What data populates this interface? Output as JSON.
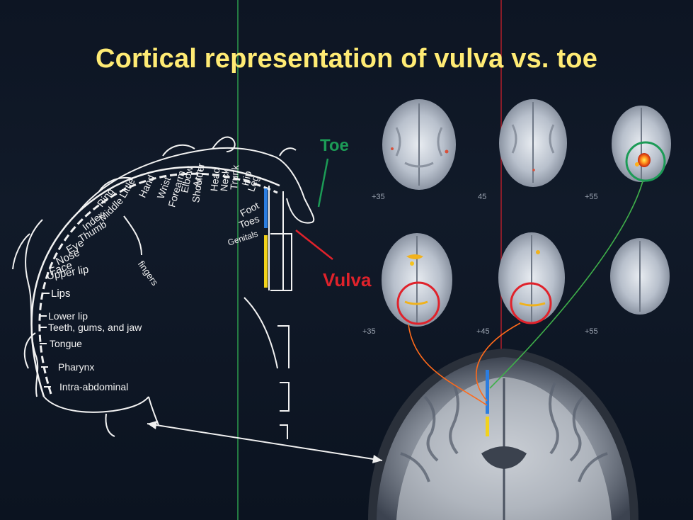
{
  "title": "Cortical representation of vulva vs. toe",
  "callouts": {
    "toe": "Toe",
    "vulva": "Vulva"
  },
  "slice_labels": {
    "top_row": [
      "+35",
      "45",
      "+55"
    ],
    "bottom_row": [
      "+35",
      "+45",
      "+55"
    ]
  },
  "homunculus_labels": {
    "left_side": [
      "Eye",
      "Nose",
      "Face",
      "Upper lip",
      "Lips",
      "Lower lip",
      "Teeth, gums, and jaw",
      "Tongue",
      "Pharynx",
      "Intra-abdominal"
    ],
    "arc": [
      "Thumb",
      "Index",
      "Middle",
      "Ring",
      "Little",
      "Hand",
      "Wrist",
      "Forearm",
      "Elbow",
      "Arm",
      "Shoulder",
      "Head",
      "Neck",
      "Trunk",
      "Hip",
      "Leg",
      "Foot",
      "Toes",
      "Genitals"
    ],
    "fingers_bracket": "fingers"
  },
  "colors": {
    "title": "#ffeb74",
    "toe": "#1c9b56",
    "vulva": "#e0222b",
    "bar_blue": "#2b7de0",
    "bar_yellow": "#f2d21c"
  }
}
